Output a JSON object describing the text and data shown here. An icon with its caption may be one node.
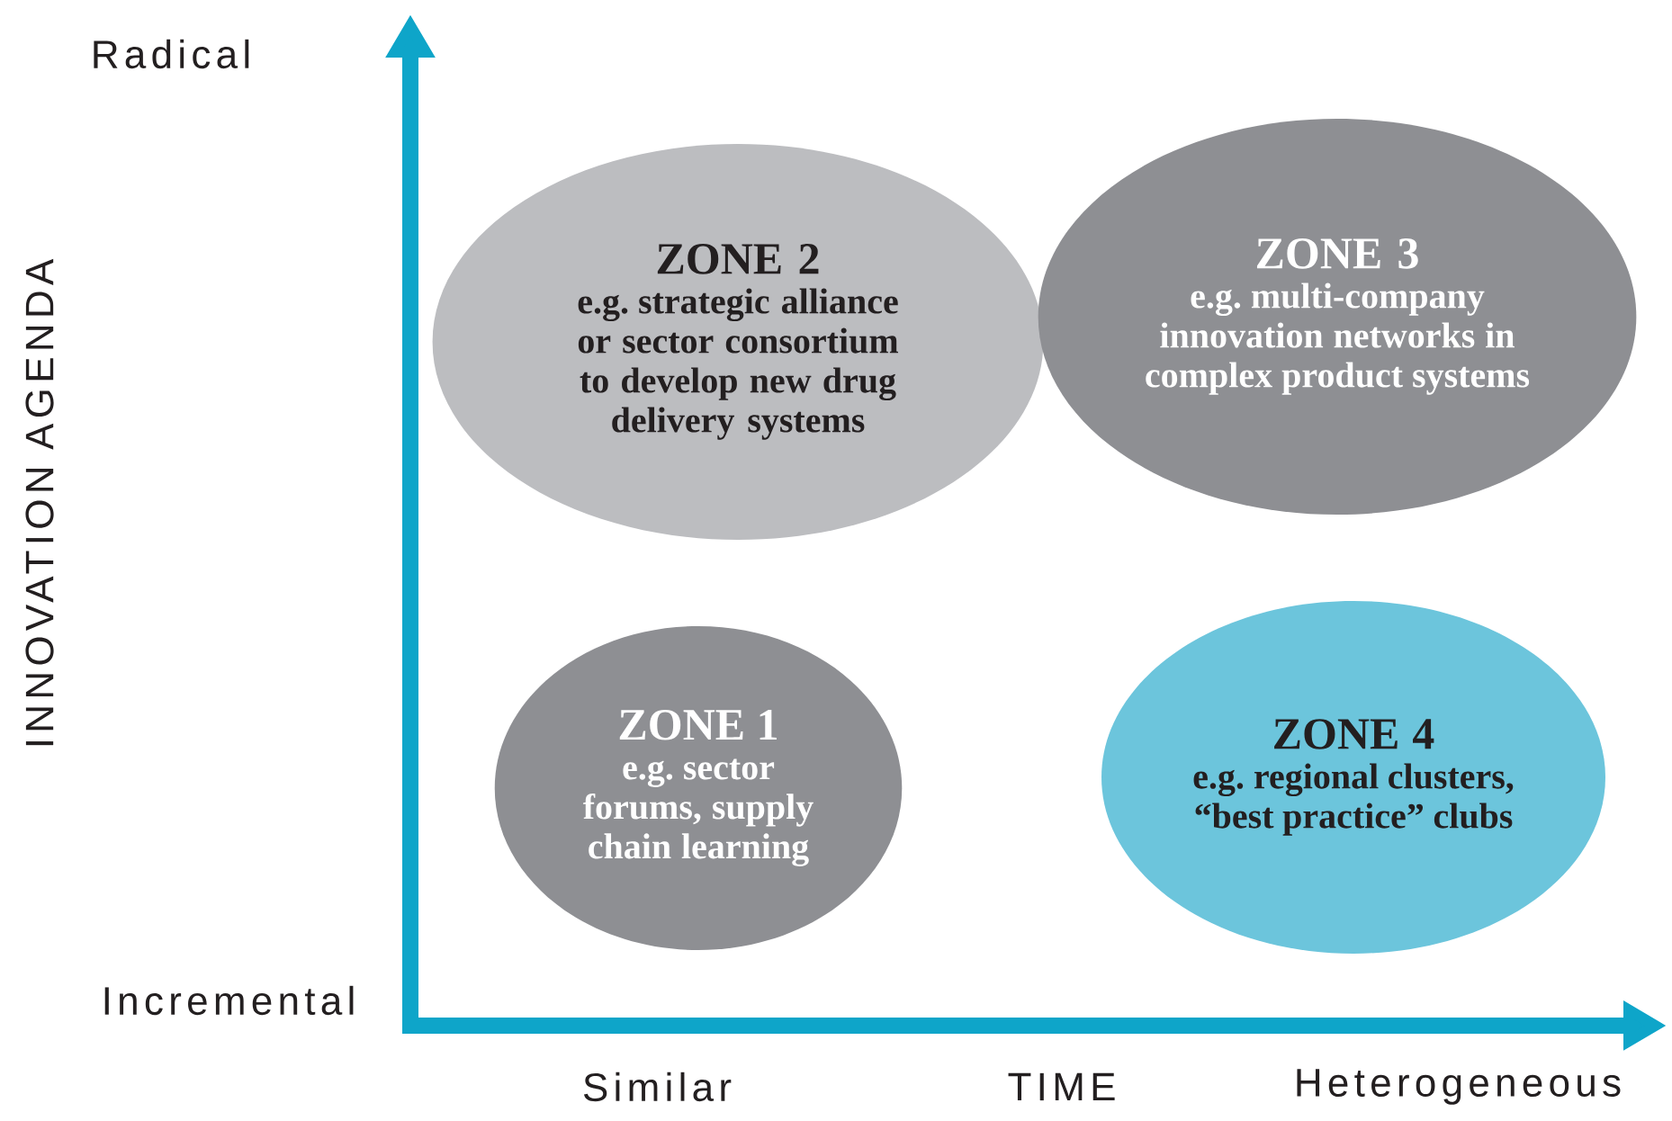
{
  "diagram": {
    "nodes": [
      {
        "text": [
          "ZONE 2",
          "e.g. strategic alliance or sector consortium to develop new drug delivery systems"
        ]
      },
      {
        "text": [
          "ZONE 3",
          "e.g. multi-company innovation networks in complex product systems"
        ]
      },
      {
        "text": [
          "ZONE 1",
          "e.g. sector forums, supply chain learning"
        ]
      },
      {
        "text": [
          "ZONE 4",
          "e.g. regional clusters, “best practice” clubs"
        ]
      }
    ],
    "labels": [
      "Radical",
      "INNOVATION AGENDA",
      "Incremental",
      "Similar",
      "TIME",
      "Heterogeneous"
    ]
  }
}
